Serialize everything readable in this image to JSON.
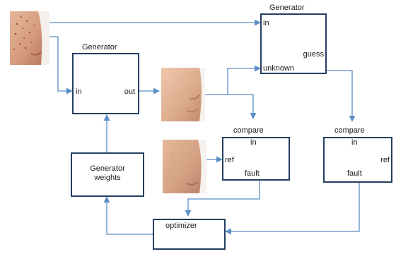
{
  "diagram": {
    "generator_main": {
      "title": "Generator",
      "in_port": "in",
      "out_port": "out"
    },
    "generator_top": {
      "title": "Generator",
      "in_port": "in",
      "guess_port": "guess",
      "unknown_port": "unknown"
    },
    "compare_left": {
      "title": "compare",
      "in_port": "in",
      "ref_port": "ref",
      "fault_port": "fault"
    },
    "compare_right": {
      "title": "compare",
      "in_port": "in",
      "ref_port": "ref",
      "fault_port": "fault"
    },
    "weights": {
      "label": "Generator\nweights"
    },
    "optimizer": {
      "label": "optimizer"
    }
  },
  "images": {
    "input_face": "acne-skin-photo",
    "generated_face": "clear-skin-photo",
    "reference_face": "reference-skin-photo"
  },
  "colors": {
    "box_border": "#243f60",
    "arrow": "#5b8ec7",
    "text": "#1a1a1a"
  }
}
